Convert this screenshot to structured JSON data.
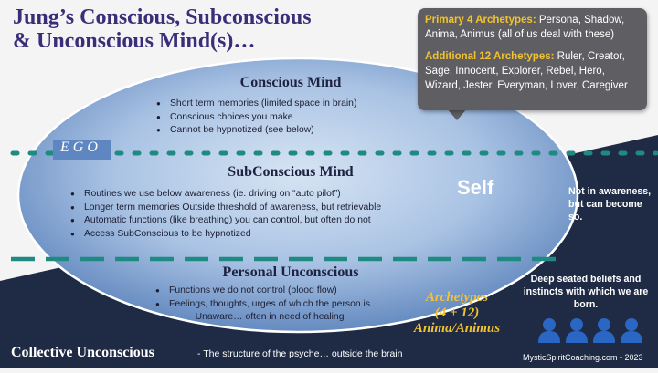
{
  "title": {
    "line1": "Jung’s Conscious, Subconscious",
    "line2": "& Unconscious Mind(s)…"
  },
  "archetypes_box": {
    "primary_label": "Primary 4 Archetypes:",
    "primary_text": " Persona, Shadow, Anima, Animus (all of us deal with these)",
    "additional_label": "Additional 12 Archetypes:",
    "additional_text": " Ruler, Creator, Sage, Innocent, Explorer, Rebel, Hero, Wizard, Jester, Everyman, Lover, Caregiver"
  },
  "conscious": {
    "heading": "Conscious Mind",
    "bullets": [
      "Short term memories (limited space in brain)",
      "Conscious choices you make",
      "Cannot be hypnotized (see below)"
    ]
  },
  "ego_label": "EGO",
  "subconscious": {
    "heading": "SubConscious Mind",
    "bullets": [
      "Routines we use below awareness (ie. driving on “auto pilot”)",
      "Longer term memories Outside threshold of awareness, but retrievable",
      "Automatic functions (like breathing) you can control, but often do not",
      "Access SubConscious to be hypnotized"
    ]
  },
  "self_label": "Self",
  "not_aware_text": "Not in awareness, but can become so.",
  "personal": {
    "heading": "Personal Unconscious",
    "bullets": [
      "Functions we do not control (blood flow)",
      "Feelings, thoughts, urges of which the person is"
    ],
    "continuation": "Unaware… often in need of healing"
  },
  "archetypes_label": {
    "line1": "Archetypes",
    "line2": "(4 + 12)",
    "line3": "Anima/Animus"
  },
  "deep_text": "Deep seated beliefs and instincts with which we are born.",
  "collective": {
    "title": "Collective  Unconscious",
    "subtitle": "- The structure of the psyche… outside the brain"
  },
  "credit": "MysticSpiritCoaching.com - 2023",
  "people_count": 4,
  "colors": {
    "title": "#3b2d79",
    "dark_navy": "#1f2b45",
    "ellipse_light": "#c9d9ee",
    "ellipse_dark": "#5a80b8",
    "teal": "#1f8a82",
    "gold": "#f1c232",
    "person_blue": "#2a66c4",
    "box_gray": "#5f5f63"
  },
  "icons": [
    "person-icon"
  ]
}
